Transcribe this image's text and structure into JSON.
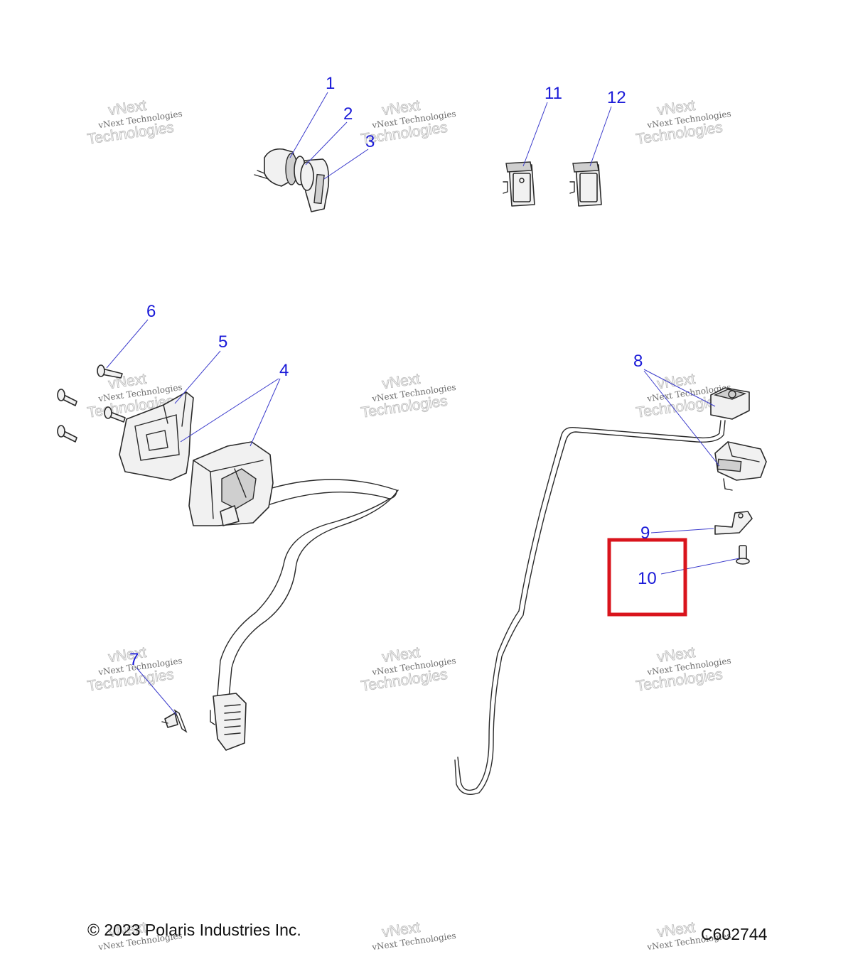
{
  "callouts": [
    "1",
    "2",
    "3",
    "4",
    "5",
    "6",
    "7",
    "8",
    "9",
    "10",
    "11",
    "12"
  ],
  "watermark": {
    "line1": "vNext Technologies",
    "line2": "vNext",
    "line3": "Technologies"
  },
  "highlight": {
    "target_callout": "10",
    "color": "#d9141c"
  },
  "callout_color": "#1a1ad8",
  "footer": {
    "copyright": "© 2023 Polaris Industries Inc.",
    "figure_code": "C602744"
  },
  "icons": [
    "ignition-switch-icon",
    "key-icon",
    "rocker-switch-icon",
    "handlebar-control-icon",
    "harness-icon",
    "connector-icon",
    "sensor-icon",
    "bracket-icon",
    "screw-icon",
    "clip-icon"
  ]
}
